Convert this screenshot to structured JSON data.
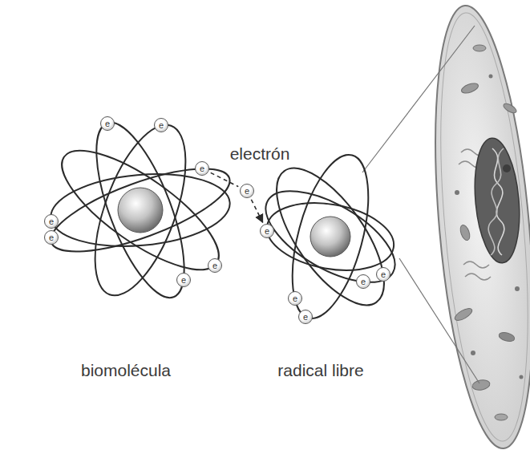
{
  "diagram": {
    "nodes": [
      {
        "text": [
          "e"
        ]
      },
      {
        "text": [
          "e"
        ]
      },
      {
        "text": [
          "e"
        ]
      },
      {
        "text": [
          "e"
        ]
      },
      {
        "text": [
          "e"
        ]
      },
      {
        "text": [
          "e"
        ]
      },
      {
        "text": [
          "e"
        ]
      },
      {
        "text": [
          "e"
        ]
      },
      {
        "text": [
          "e"
        ]
      },
      {
        "text": [
          "e"
        ]
      },
      {
        "text": [
          "e"
        ]
      },
      {
        "text": [
          "e"
        ]
      },
      {
        "text": [
          "e"
        ]
      }
    ],
    "edges": [
      {
        "from": 2,
        "to": 7,
        "arrow": "none"
      },
      {
        "from": 7,
        "to": 8,
        "arrow": "to"
      }
    ],
    "labels": [
      "electrón",
      "biomolécula",
      "radical libre"
    ]
  }
}
